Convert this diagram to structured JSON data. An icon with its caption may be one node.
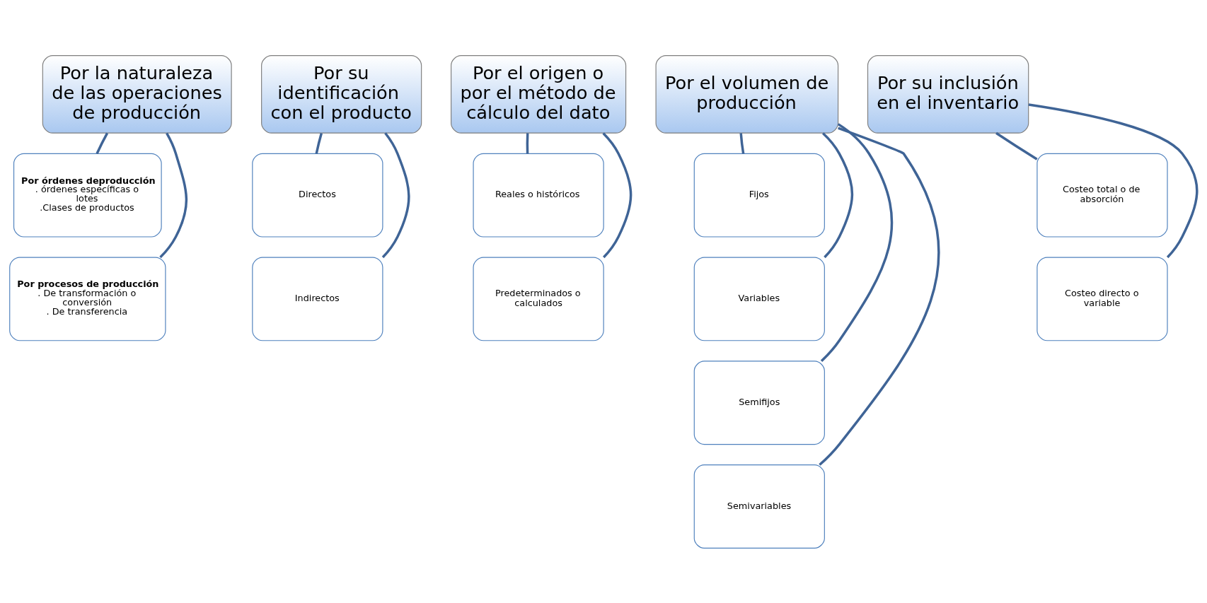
{
  "diagram": {
    "nodes": [
      {
        "text": [
          "Por la naturaleza de las operaciones de producción"
        ]
      },
      {
        "text": [
          "Por órdenes deproducción",
          ". órdenes específicas o lotes",
          ".Clases de productos"
        ]
      },
      {
        "text": [
          "Por procesos de producción",
          ". De transformación o conversión",
          ". De transferencia"
        ]
      },
      {
        "text": [
          "Por su identificación  con el producto"
        ]
      },
      {
        "text": [
          "Directos"
        ]
      },
      {
        "text": [
          "Indirectos"
        ]
      },
      {
        "text": [
          "Por el origen o por el método de cálculo del dato"
        ]
      },
      {
        "text": [
          "Reales o históricos"
        ]
      },
      {
        "text": [
          "Predeterminados o calculados"
        ]
      },
      {
        "text": [
          "Por el volumen de producción"
        ]
      },
      {
        "text": [
          "Fijos"
        ]
      },
      {
        "text": [
          "Variables"
        ]
      },
      {
        "text": [
          "Semifijos"
        ]
      },
      {
        "text": [
          "Semivariables"
        ]
      },
      {
        "text": [
          "Por su inclusión en el inventario"
        ]
      },
      {
        "text": [
          "Costeo total o de absorción"
        ]
      },
      {
        "text": [
          "Costeo directo o variable"
        ]
      }
    ],
    "edges": [
      {
        "from": 0,
        "to": 1,
        "arrow": "none"
      },
      {
        "from": 0,
        "to": 2,
        "arrow": "none"
      },
      {
        "from": 3,
        "to": 4,
        "arrow": "none"
      },
      {
        "from": 3,
        "to": 5,
        "arrow": "none"
      },
      {
        "from": 6,
        "to": 7,
        "arrow": "none"
      },
      {
        "from": 6,
        "to": 8,
        "arrow": "none"
      },
      {
        "from": 9,
        "to": 10,
        "arrow": "none"
      },
      {
        "from": 9,
        "to": 11,
        "arrow": "none"
      },
      {
        "from": 9,
        "to": 12,
        "arrow": "none"
      },
      {
        "from": 9,
        "to": 13,
        "arrow": "none"
      },
      {
        "from": 14,
        "to": 15,
        "arrow": "none"
      },
      {
        "from": 14,
        "to": 16,
        "arrow": "none"
      }
    ]
  }
}
